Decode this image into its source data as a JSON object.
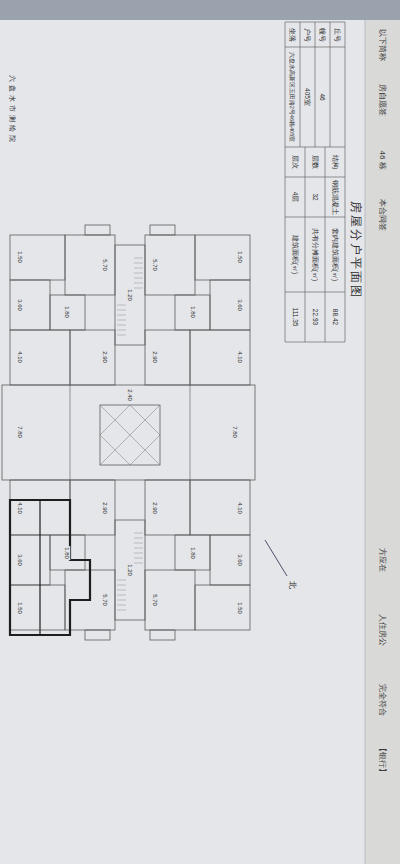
{
  "diagram": {
    "title": "房屋分户平面图",
    "labels": [
      "丘号",
      "幢号",
      "46",
      "户号",
      "405室",
      "坐落",
      "六盘水高新区玉田路2号46栋405室",
      "结构",
      "钢筋混凝土",
      "层数",
      "32",
      "层次",
      "4层",
      "套内建筑面积(㎡)",
      "88.42",
      "共有分摊面积(㎡)",
      "22.93",
      "建筑面积(㎡)",
      "111.35",
      "北",
      "六盘水市测绘院",
      "1.50",
      "5.70",
      "3.60",
      "4.10",
      "1.80",
      "2.90",
      "1.50",
      "5.70",
      "3.60",
      "4.10",
      "1.80",
      "2.90",
      "1.50",
      "5.70",
      "3.60",
      "4.10",
      "1.80",
      "2.90",
      "1.50",
      "5.70",
      "3.60",
      "4.10",
      "1.80",
      "2.90",
      "7.80",
      "7.80",
      "2.40",
      "1.20",
      "1.20",
      "以下简称",
      "房自愿签",
      "46 栋",
      "本合同签",
      "方应在",
      "人住房公",
      "完全符合",
      "【银行】"
    ]
  }
}
